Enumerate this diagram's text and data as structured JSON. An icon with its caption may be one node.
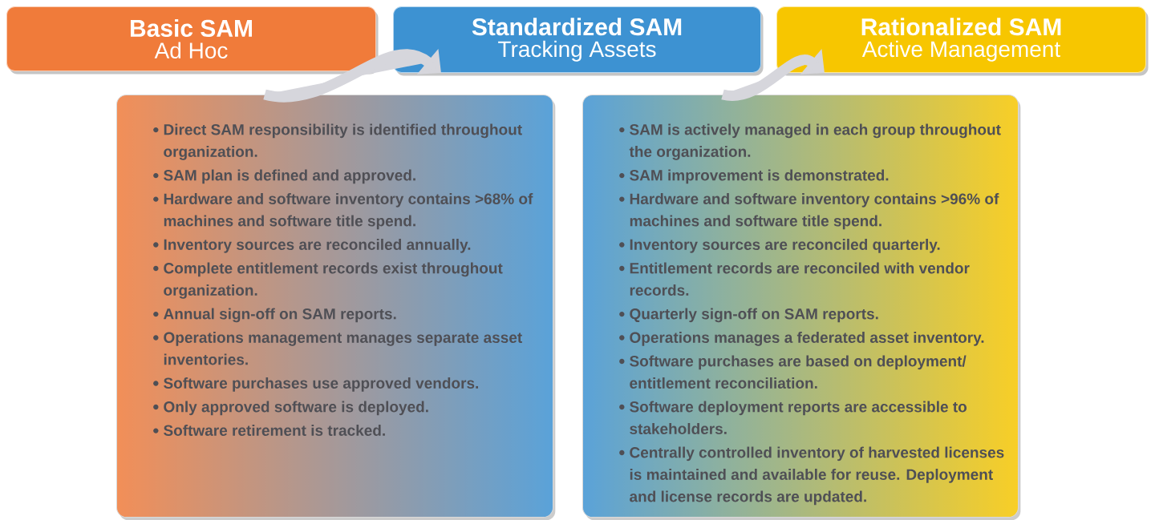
{
  "diagram": {
    "nodes": [
      {
        "text": [
          "Basic SAM",
          "Ad Hoc"
        ]
      },
      {
        "text": [
          "Standardized SAM",
          "Tracking Assets"
        ]
      },
      {
        "text": [
          "Rationalized SAM",
          "Active Management"
        ]
      },
      {
        "text": [
          "Direct SAM responsibility is identified throughout organization.",
          "SAM plan is defined and approved.",
          "Hardware and software inventory contains >68% of machines and software title spend.",
          "Inventory sources are reconciled annually.",
          "Complete entitlement records exist throughout organization.",
          "Annual sign-off on SAM reports.",
          "Operations management manages separate asset inventories.",
          "Software purchases use approved vendors.",
          "Only approved software is deployed.",
          "Software retirement is tracked."
        ]
      },
      {
        "text": [
          "SAM is actively managed in each group throughout the organization.",
          "SAM improvement is demonstrated.",
          "Hardware and software inventory contains >96% of machines and software title spend.",
          "Inventory sources are reconciled quarterly.",
          "Entitlement records are reconciled with vendor records.",
          "Quarterly sign-off on SAM reports.",
          "Operations manages a federated asset inventory.",
          "Software purchases are based on deployment/ entitlement reconciliation.",
          "Software deployment reports are accessible to stakeholders.",
          "Centrally controlled inventory of harvested licenses is maintained and available for reuse.  Deployment and license records are updated."
        ]
      }
    ],
    "edges": [
      {
        "from": 3,
        "to": 1,
        "arrow": "to"
      },
      {
        "from": 4,
        "to": 2,
        "arrow": "to"
      }
    ]
  }
}
